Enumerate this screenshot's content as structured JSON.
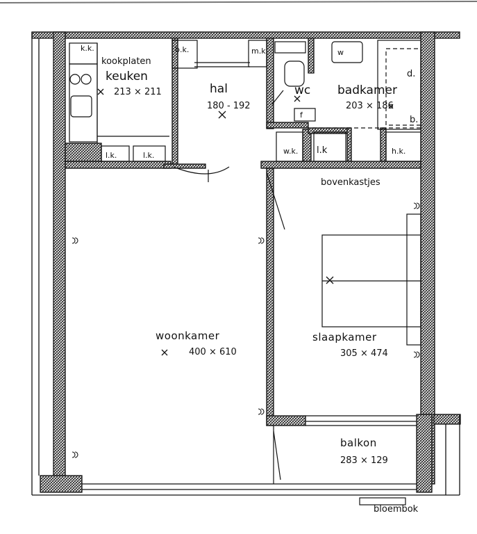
{
  "rooms": {
    "keuken": {
      "name": "keuken",
      "size": "213 × 211"
    },
    "hal": {
      "name": "hal",
      "size": "180 - 192"
    },
    "wc": {
      "name": "wc"
    },
    "badkamer": {
      "name": "badkamer",
      "size": "203 × 186"
    },
    "woonkamer": {
      "name": "woonkamer",
      "size": "400 × 610"
    },
    "slaapkamer": {
      "name": "slaapkamer",
      "size": "305 × 474"
    },
    "balkon": {
      "name": "balkon",
      "size": "283 × 129"
    }
  },
  "labels": {
    "kk": "k.k.",
    "kookplaten": "kookplaten",
    "bk": "b.k.",
    "mk": "m.k.",
    "w": "w",
    "d": "d.",
    "b": "b.",
    "f": "f",
    "lk1": "l.k.",
    "lk2": "l.k.",
    "wk": "w.k.",
    "lk3": "l.k",
    "hk": "h.k.",
    "bovenkastjes": "bovenkastjes",
    "bloembok": "bloembok"
  }
}
